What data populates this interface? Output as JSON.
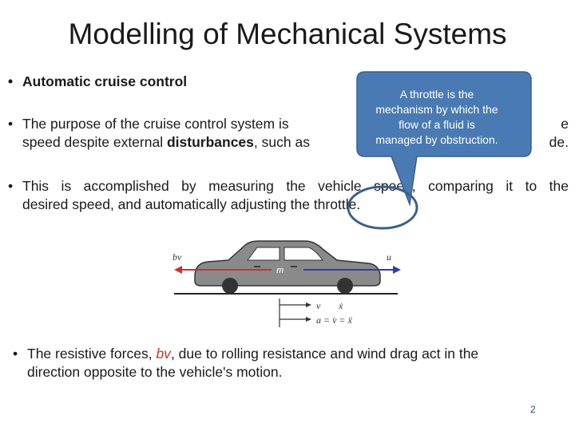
{
  "title": "Modelling of Mechanical Systems",
  "bullets": {
    "b1": "Automatic cruise control",
    "b2_a": "The purpose of the cruise control system is",
    "b2_b": "e",
    "b2_c": "speed despite external ",
    "b2_c_bold": "disturbances",
    "b2_d": ", such as",
    "b2_e": "de.",
    "b3_line1": "This is accomplished by measuring the vehicle speed, comparing it to the",
    "b3_line2": "desired speed, and automatically adjusting the throttle.",
    "b4_a": "The resistive forces, ",
    "b4_bv": "bv",
    "b4_b": ", due to rolling resistance and wind drag act in the",
    "b4_line2": "direction opposite to the vehicle's motion."
  },
  "callout": {
    "line1": "A throttle is the",
    "line2": "mechanism by which the",
    "line3": "flow of a fluid is",
    "line4": "managed by  obstruction."
  },
  "diagram": {
    "left_force": "bv",
    "right_force": "u",
    "mass": "m",
    "v_label": "v",
    "xdot": "ẋ",
    "a_eq": "a = v̇ = ẍ"
  },
  "page_number": "2",
  "colors": {
    "callout_fill": "#4a7ab4",
    "callout_border": "#3a5f8e",
    "left_arrow": "#d0302a",
    "right_arrow": "#2b3fb0",
    "car": "#8a8a8a",
    "circle": "#3a5f8e"
  }
}
